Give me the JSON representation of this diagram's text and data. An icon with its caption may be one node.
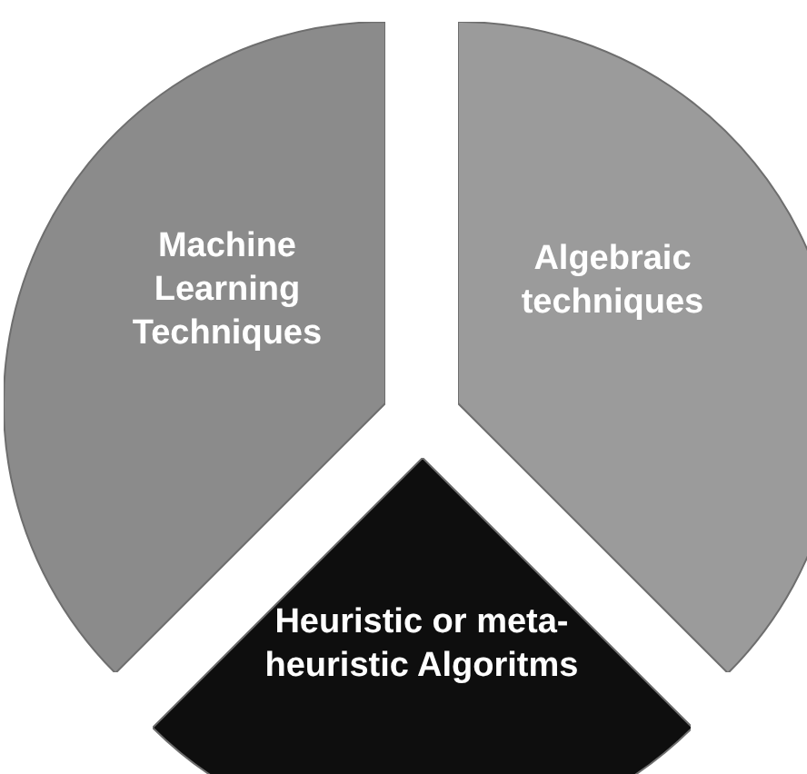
{
  "diagram": {
    "nodes": [
      {
        "text": [
          "Machine Learning Techniques"
        ]
      },
      {
        "text": [
          "Algebraic techniques"
        ]
      },
      {
        "text": [
          "Heuristic or meta-heuristic Algoritms"
        ]
      }
    ]
  }
}
